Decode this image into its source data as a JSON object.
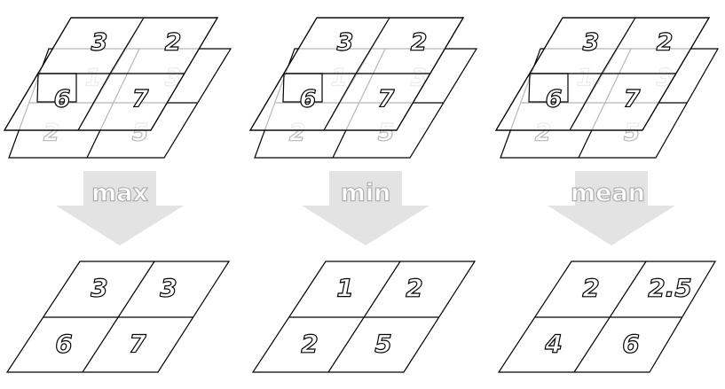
{
  "stages": [
    {
      "operation": "max",
      "back_layer": [
        "1",
        "3",
        "2",
        "5"
      ],
      "front_layer": [
        "3",
        "2",
        "6",
        "7"
      ],
      "result": [
        "3",
        "3",
        "6",
        "7"
      ]
    },
    {
      "operation": "min",
      "back_layer": [
        "1",
        "3",
        "2",
        "5"
      ],
      "front_layer": [
        "3",
        "2",
        "6",
        "7"
      ],
      "result": [
        "1",
        "2",
        "2",
        "5"
      ]
    },
    {
      "operation": "mean",
      "back_layer": [
        "1",
        "3",
        "2",
        "5"
      ],
      "front_layer": [
        "3",
        "2",
        "6",
        "7"
      ],
      "result": [
        "2",
        "2.5",
        "4",
        "6"
      ]
    }
  ],
  "colors": {
    "arrow": "#e3e3e3",
    "outline": "#000000",
    "faded": "#b8b8b8"
  }
}
